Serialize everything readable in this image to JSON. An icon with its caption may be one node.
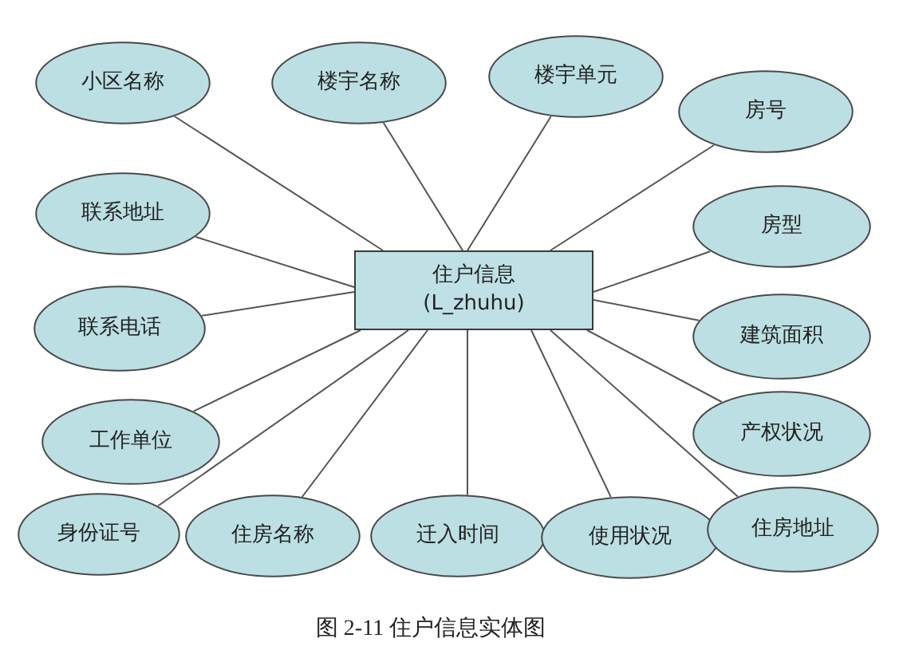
{
  "diagram": {
    "caption": "图 2-11 住户信息实体图",
    "nodes": [
      {
        "text": [
          "小区名称"
        ]
      },
      {
        "text": [
          "楼宇名称"
        ]
      },
      {
        "text": [
          "楼宇单元"
        ]
      },
      {
        "text": [
          "房号"
        ]
      },
      {
        "text": [
          "联系地址"
        ]
      },
      {
        "text": [
          "房型"
        ]
      },
      {
        "text": [
          "住户信息",
          "(L_zhuhu)"
        ]
      },
      {
        "text": [
          "联系电话"
        ]
      },
      {
        "text": [
          "建筑面积"
        ]
      },
      {
        "text": [
          "工作单位"
        ]
      },
      {
        "text": [
          "产权状况"
        ]
      },
      {
        "text": [
          "身份证号"
        ]
      },
      {
        "text": [
          "住房名称"
        ]
      },
      {
        "text": [
          "迁入时间"
        ]
      },
      {
        "text": [
          "使用状况"
        ]
      },
      {
        "text": [
          "住房地址"
        ]
      }
    ],
    "edges": [
      {
        "from": 0,
        "to": 6,
        "arrow": "none"
      },
      {
        "from": 1,
        "to": 6,
        "arrow": "none"
      },
      {
        "from": 2,
        "to": 6,
        "arrow": "none"
      },
      {
        "from": 3,
        "to": 6,
        "arrow": "none"
      },
      {
        "from": 4,
        "to": 6,
        "arrow": "none"
      },
      {
        "from": 5,
        "to": 6,
        "arrow": "none"
      },
      {
        "from": 7,
        "to": 6,
        "arrow": "none"
      },
      {
        "from": 8,
        "to": 6,
        "arrow": "none"
      },
      {
        "from": 9,
        "to": 6,
        "arrow": "none"
      },
      {
        "from": 10,
        "to": 6,
        "arrow": "none"
      },
      {
        "from": 11,
        "to": 6,
        "arrow": "none"
      },
      {
        "from": 12,
        "to": 6,
        "arrow": "none"
      },
      {
        "from": 13,
        "to": 6,
        "arrow": "none"
      },
      {
        "from": 14,
        "to": 6,
        "arrow": "none"
      },
      {
        "from": 15,
        "to": 6,
        "arrow": "none"
      }
    ]
  }
}
